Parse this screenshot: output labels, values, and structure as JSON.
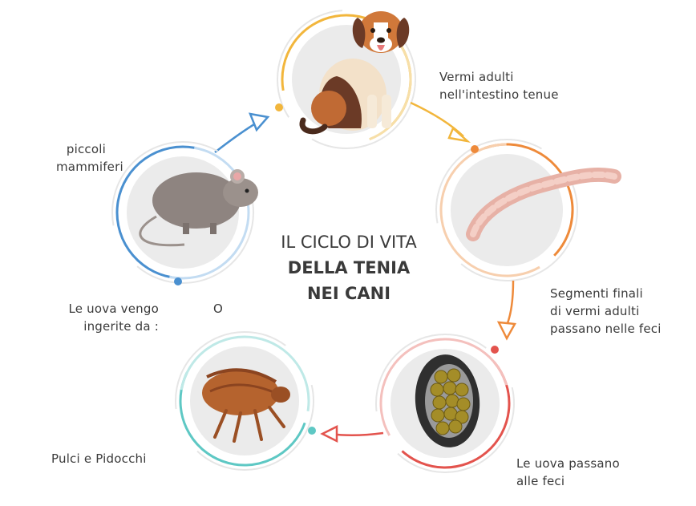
{
  "title": {
    "line1": "IL CICLO DI VITA",
    "line2": "DELLA TENIA",
    "line3": "NEI CANI"
  },
  "stages": [
    {
      "id": "dog",
      "label_lines": [
        "Vermi adulti",
        "nell'intestino tenue"
      ],
      "color": "#f2b63c"
    },
    {
      "id": "worm",
      "label_lines": [
        "Segmenti finali",
        "di vermi adulti",
        "passano nelle feci"
      ],
      "color": "#ee8a3a"
    },
    {
      "id": "egg",
      "label_lines": [
        "Le uova passano",
        "alle feci"
      ],
      "color": "#e3534d"
    },
    {
      "id": "flea",
      "label_lines": [
        "Pulci e Pidocchi"
      ],
      "color": "#5ec8c4"
    },
    {
      "id": "mouse",
      "label_lines": [
        "piccoli",
        "mammiferi"
      ],
      "color": "#4a90d0"
    }
  ],
  "ingest": {
    "lines": [
      "Le uova vengo",
      "ingerite da :"
    ],
    "or_text": "O"
  },
  "colors": {
    "background": "#ffffff",
    "circle_fill": "#ebebeb",
    "text": "#3a3a3a"
  }
}
